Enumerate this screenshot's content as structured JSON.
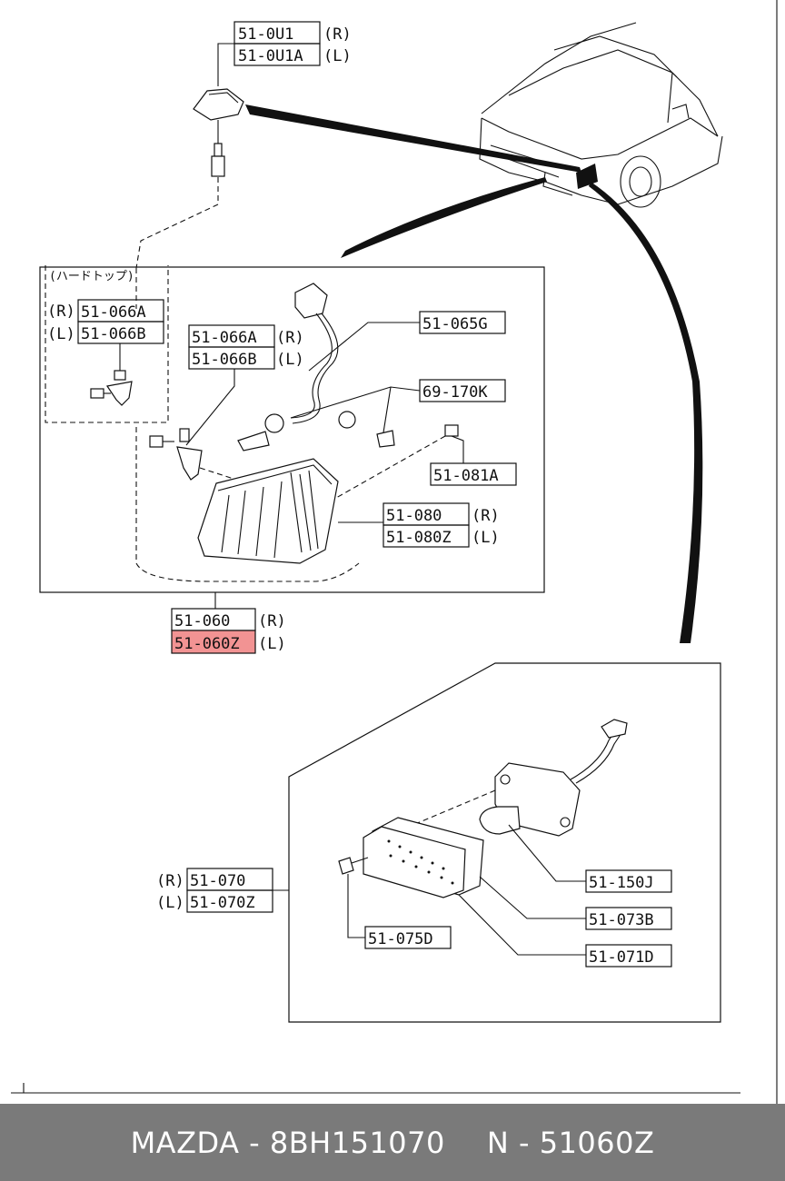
{
  "labels": {
    "l_510u1": "51-0U1",
    "l_510u1a": "51-0U1A",
    "r": "(R)",
    "l": "(L)",
    "hardtop": "(ハードトップ)",
    "l_066a": "51-066A",
    "l_066b": "51-066B",
    "l_065g": "51-065G",
    "l_69170k": "69-170K",
    "l_081a": "51-081A",
    "l_080": "51-080",
    "l_080z": "51-080Z",
    "l_060": "51-060",
    "l_060z": "51-060Z",
    "l_070": "51-070",
    "l_070z": "51-070Z",
    "l_150j": "51-150J",
    "l_073b": "51-073B",
    "l_071d": "51-071D",
    "l_075d": "51-075D"
  },
  "highlight_color": "#f08080",
  "footer": {
    "brand_part": "MAZDA - 8BH151070",
    "ref": "N - 51060Z"
  }
}
